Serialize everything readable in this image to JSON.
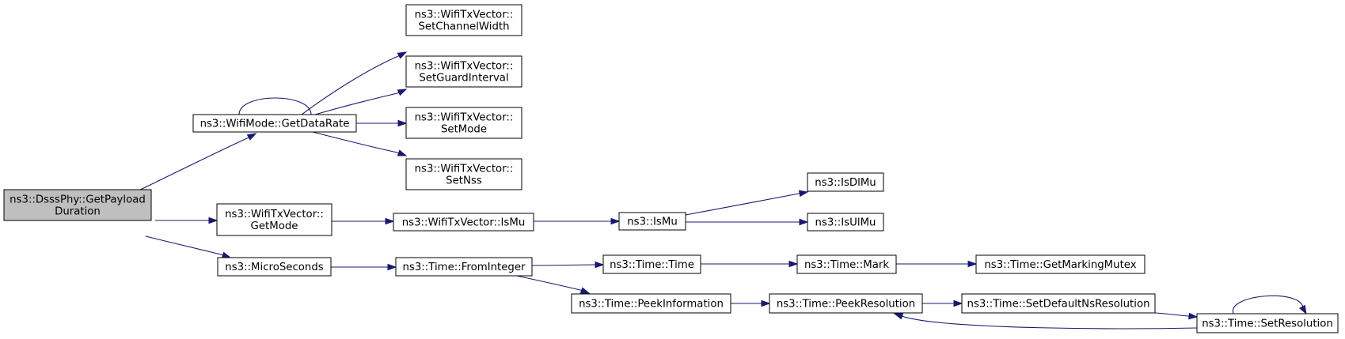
{
  "colors": {
    "edge": "#191970",
    "root_fill": "#bfbfbf",
    "node_fill": "#ffffff",
    "node_stroke": "#000000"
  },
  "nodes": [
    {
      "id": "n0",
      "lines": [
        "ns3::DsssPhy::GetPayload",
        "Duration"
      ],
      "root": true
    },
    {
      "id": "n1",
      "lines": [
        "ns3::WifiMode::GetDataRate"
      ]
    },
    {
      "id": "n2",
      "lines": [
        "ns3::WifiTxVector::",
        "SetChannelWidth"
      ]
    },
    {
      "id": "n3",
      "lines": [
        "ns3::WifiTxVector::",
        "SetGuardInterval"
      ]
    },
    {
      "id": "n4",
      "lines": [
        "ns3::WifiTxVector::",
        "SetMode"
      ]
    },
    {
      "id": "n5",
      "lines": [
        "ns3::WifiTxVector::",
        "SetNss"
      ]
    },
    {
      "id": "n6",
      "lines": [
        "ns3::WifiTxVector::",
        "GetMode"
      ]
    },
    {
      "id": "n7",
      "lines": [
        "ns3::WifiTxVector::IsMu"
      ]
    },
    {
      "id": "n8",
      "lines": [
        "ns3::IsMu"
      ]
    },
    {
      "id": "n9",
      "lines": [
        "ns3::IsDlMu"
      ]
    },
    {
      "id": "n10",
      "lines": [
        "ns3::IsUlMu"
      ]
    },
    {
      "id": "n11",
      "lines": [
        "ns3::MicroSeconds"
      ]
    },
    {
      "id": "n12",
      "lines": [
        "ns3::Time::FromInteger"
      ]
    },
    {
      "id": "n13",
      "lines": [
        "ns3::Time::Time"
      ]
    },
    {
      "id": "n14",
      "lines": [
        "ns3::Time::Mark"
      ]
    },
    {
      "id": "n15",
      "lines": [
        "ns3::Time::GetMarkingMutex"
      ]
    },
    {
      "id": "n16",
      "lines": [
        "ns3::Time::PeekInformation"
      ]
    },
    {
      "id": "n17",
      "lines": [
        "ns3::Time::PeekResolution"
      ]
    },
    {
      "id": "n18",
      "lines": [
        "ns3::Time::SetDefaultNsResolution"
      ]
    },
    {
      "id": "n19",
      "lines": [
        "ns3::Time::SetResolution"
      ]
    }
  ],
  "edges": [
    {
      "from": "n0",
      "to": "n1"
    },
    {
      "from": "n0",
      "to": "n6"
    },
    {
      "from": "n0",
      "to": "n11"
    },
    {
      "from": "n1",
      "to": "n1"
    },
    {
      "from": "n1",
      "to": "n2"
    },
    {
      "from": "n1",
      "to": "n3"
    },
    {
      "from": "n1",
      "to": "n4"
    },
    {
      "from": "n1",
      "to": "n5"
    },
    {
      "from": "n6",
      "to": "n7"
    },
    {
      "from": "n7",
      "to": "n8"
    },
    {
      "from": "n8",
      "to": "n9"
    },
    {
      "from": "n8",
      "to": "n10"
    },
    {
      "from": "n11",
      "to": "n12"
    },
    {
      "from": "n12",
      "to": "n13"
    },
    {
      "from": "n12",
      "to": "n16"
    },
    {
      "from": "n13",
      "to": "n14"
    },
    {
      "from": "n14",
      "to": "n15"
    },
    {
      "from": "n16",
      "to": "n17"
    },
    {
      "from": "n17",
      "to": "n18"
    },
    {
      "from": "n18",
      "to": "n19"
    },
    {
      "from": "n19",
      "to": "n17"
    },
    {
      "from": "n19",
      "to": "n19"
    }
  ]
}
